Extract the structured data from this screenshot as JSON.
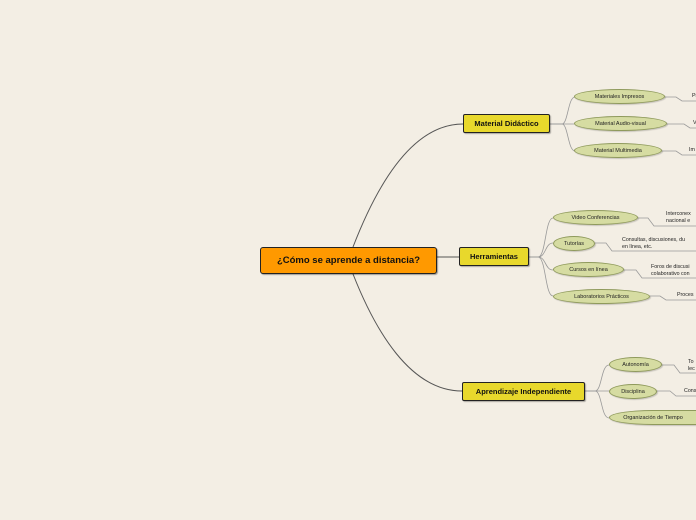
{
  "root": {
    "label": "¿Cómo se aprende a distancia?"
  },
  "branches": [
    {
      "label": "Material Didáctico",
      "children": [
        {
          "label": "Materiales Impresos",
          "note": "Pr"
        },
        {
          "label": "Material Audio-visual",
          "note": "V"
        },
        {
          "label": "Material Multimedia",
          "note": "Im"
        }
      ]
    },
    {
      "label": "Herramientas",
      "children": [
        {
          "label": "Video Conferencias",
          "note_lines": [
            "Interconex",
            "nacional e"
          ]
        },
        {
          "label": "Tutorías",
          "note_lines": [
            "Consultas, discusiones, du",
            "en línea, etc."
          ]
        },
        {
          "label": "Cursos en línea",
          "note_lines": [
            "Foros de discusi",
            "colaborativo con"
          ]
        },
        {
          "label": "Laboratorios Prácticos",
          "note": "Proces"
        }
      ]
    },
    {
      "label": "Aprendizaje Independiente",
      "children": [
        {
          "label": "Autonomía",
          "note_lines": [
            "To",
            "lec"
          ]
        },
        {
          "label": "Disciplina",
          "note": "Cons"
        },
        {
          "label": "Organización de Tiempo",
          "note": ""
        }
      ]
    }
  ],
  "colors": {
    "background": "#f3eee4",
    "root_fill": "#ff9900",
    "branch_fill": "#e8d82c",
    "leaf_fill": "#d6dca2",
    "connector": "#555555"
  }
}
